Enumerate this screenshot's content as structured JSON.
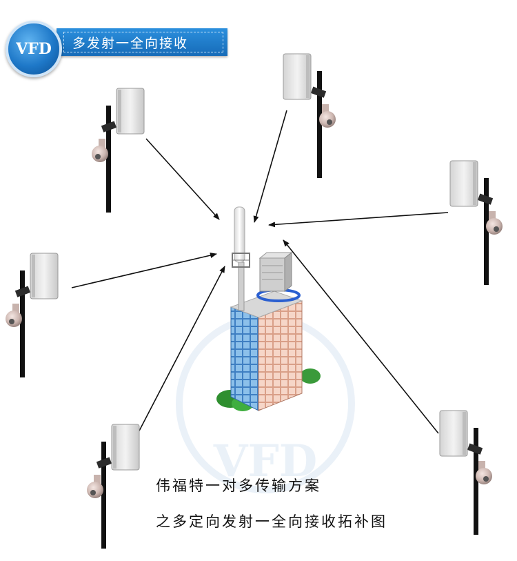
{
  "header": {
    "logo_text": "VFD",
    "title": "多发射一全向接收"
  },
  "watermark_text": "VFD",
  "caption": {
    "line1": "伟福特一对多传输方案",
    "line2": "之多定向发射一全向接收拓补图"
  },
  "colors": {
    "header_blue": "#1e78c8",
    "pole": "#111111",
    "panel_antenna": "#e6e6e6",
    "building_glass": "#6aa7d9",
    "building_brick": "#e9b9a4",
    "tree": "#3a9a3a"
  },
  "nodes": [
    {
      "name": "remote-station-top-left",
      "kind": "panel-antenna-with-camera"
    },
    {
      "name": "remote-station-top",
      "kind": "panel-antenna-with-camera"
    },
    {
      "name": "remote-station-right",
      "kind": "panel-antenna-with-camera"
    },
    {
      "name": "remote-station-left",
      "kind": "panel-antenna-with-camera"
    },
    {
      "name": "remote-station-bottom-left",
      "kind": "panel-antenna-with-camera"
    },
    {
      "name": "remote-station-bottom-right",
      "kind": "panel-antenna-with-camera"
    },
    {
      "name": "central-building",
      "kind": "building-with-omni-antenna"
    }
  ]
}
